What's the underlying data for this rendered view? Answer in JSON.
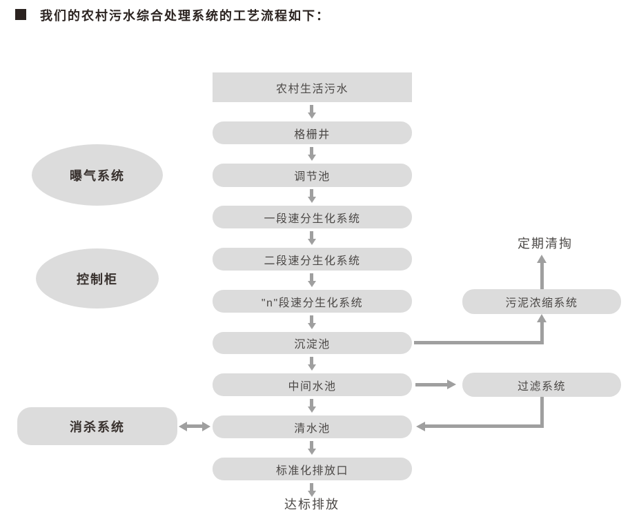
{
  "header": {
    "bullet": "■",
    "title": "我们的农村污水综合处理系统的工艺流程如下："
  },
  "flow": {
    "nodes": [
      "农村生活污水",
      "格栅井",
      "调节池",
      "一段速分生化系统",
      "二段速分生化系统",
      "\"n\"段速分生化系统",
      "沉淀池",
      "中间水池",
      "清水池",
      "标准化排放口"
    ],
    "outlet_label": "达标排放"
  },
  "left_panel": {
    "aeration": "曝气系统",
    "control_cabinet": "控制柜",
    "disinfection": "消杀系统"
  },
  "right_panel": {
    "cleanout_label": "定期清掏",
    "sludge_system": "污泥浓缩系统",
    "filter_system": "过滤系统"
  },
  "colors": {
    "node_fill": "#dcdcdc",
    "arrow": "#9f9f9f",
    "title_text": "#2b2320",
    "node_text": "#4b4846",
    "bold_text": "#38312e"
  }
}
